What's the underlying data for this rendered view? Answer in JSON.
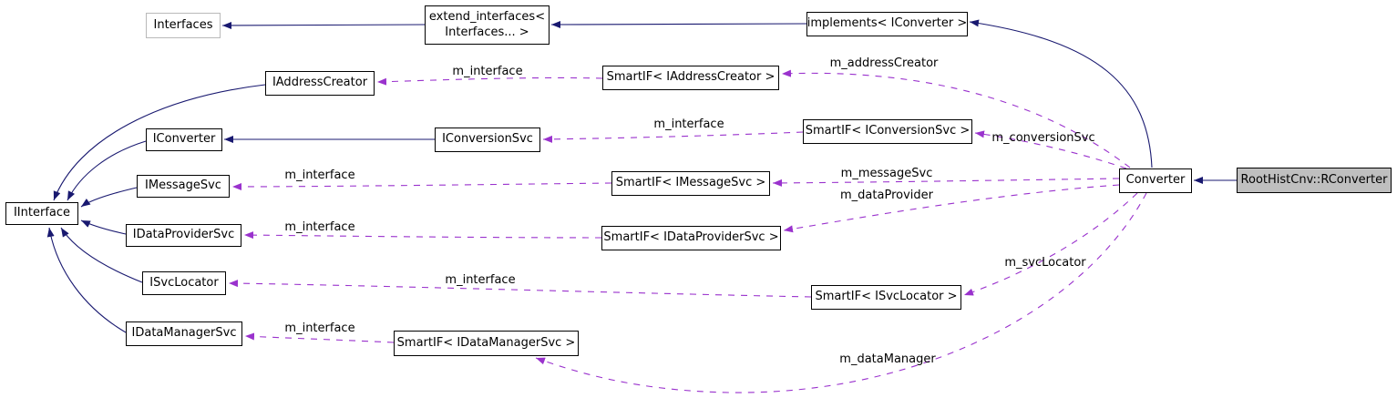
{
  "nodes": {
    "interfaces": "Interfaces",
    "extend_interfaces_line1": "extend_interfaces<",
    "extend_interfaces_line2": "Interfaces... >",
    "implements_iconverter": "implements< IConverter >",
    "iaddresscreator": "IAddressCreator",
    "smartif_iaddresscreator": "SmartIF< IAddressCreator >",
    "iconverter": "IConverter",
    "iconversionsvc": "IConversionSvc",
    "smartif_iconversionsvc": "SmartIF< IConversionSvc >",
    "imessagesvc": "IMessageSvc",
    "smartif_imessagesvc": "SmartIF< IMessageSvc >",
    "idataprovidersvc": "IDataProviderSvc",
    "smartif_idataprovidersvc": "SmartIF< IDataProviderSvc >",
    "isvclocator": "ISvcLocator",
    "smartif_isvclocator": "SmartIF< ISvcLocator >",
    "idatamanagersvc": "IDataManagerSvc",
    "smartif_idatamanagersvc": "SmartIF< IDataManagerSvc >",
    "iinterface": "IInterface",
    "converter": "Converter",
    "roothistcnv_rconverter": "RootHistCnv::RConverter"
  },
  "edge_labels": {
    "m_interface_addresscreator": "m_interface",
    "m_addresscreator": "m_addressCreator",
    "m_interface_conversionsvc": "m_interface",
    "m_conversionsvc": "m_conversionSvc",
    "m_messagesvc": "m_messageSvc",
    "m_dataprovider": "m_dataProvider",
    "m_interface_messagesvc": "m_interface",
    "m_interface_dataprovidersvc": "m_interface",
    "m_interface_svclocator": "m_interface",
    "m_svclocator": "m_svcLocator",
    "m_interface_datamanagersvc": "m_interface",
    "m_datamanager": "m_dataManager"
  },
  "colors": {
    "inheritance_edge": "#191970",
    "usage_edge": "#9a32cd",
    "node_fill": "#ffffff",
    "node_border": "#000000",
    "truncated_node_border": "#b9b9b9",
    "selected_node_fill": "#bfbfbf"
  }
}
